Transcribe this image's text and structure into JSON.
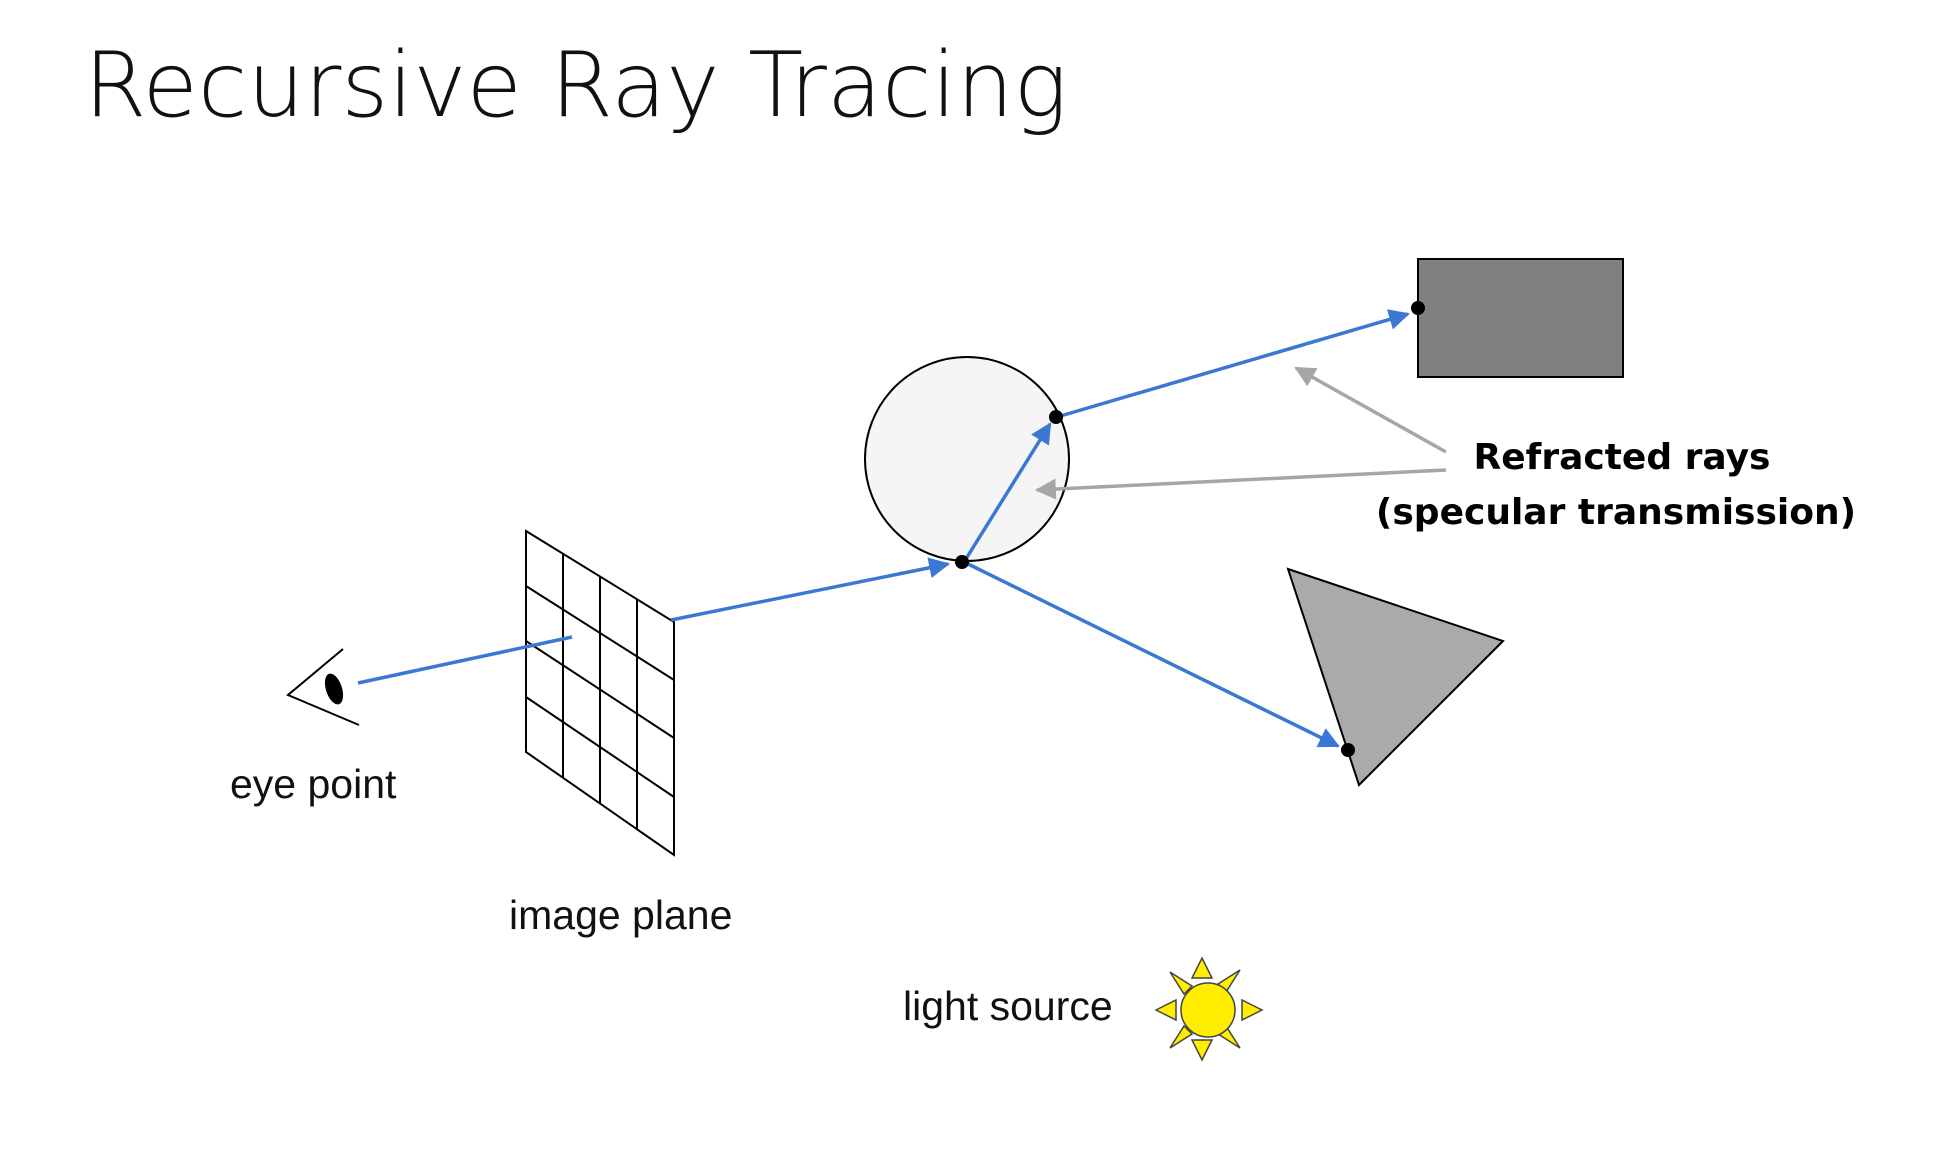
{
  "slide": {
    "title": "Recursive Ray Tracing"
  },
  "labels": {
    "eye": "eye point",
    "image_plane": "image plane",
    "light": "light source",
    "annotation_line1": "Refracted rays",
    "annotation_line2": "(specular transmission)"
  },
  "colors": {
    "ray": "#3a78d4",
    "pointer": "#a6a6a6",
    "sphere_fill": "#f5f5f5",
    "rectangle_fill": "#808080",
    "triangle_fill": "#aaaaaa",
    "sun_fill": "#ffee00"
  },
  "icons": {
    "eye": "eye-icon",
    "sun": "sun-icon"
  }
}
